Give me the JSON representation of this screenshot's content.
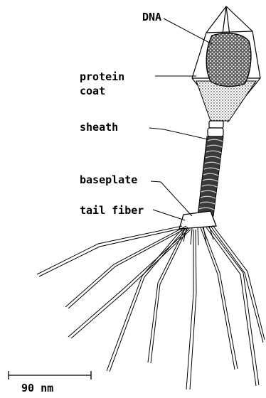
{
  "labels": {
    "dna": "DNA",
    "protein_line1": "protein",
    "protein_line2": "coat",
    "sheath": "sheath",
    "baseplate": "baseplate",
    "tail_fiber": "tail fiber"
  },
  "scale_bar": {
    "label": "90 nm"
  },
  "colors": {
    "ink": "#000000",
    "background": "#ffffff"
  }
}
